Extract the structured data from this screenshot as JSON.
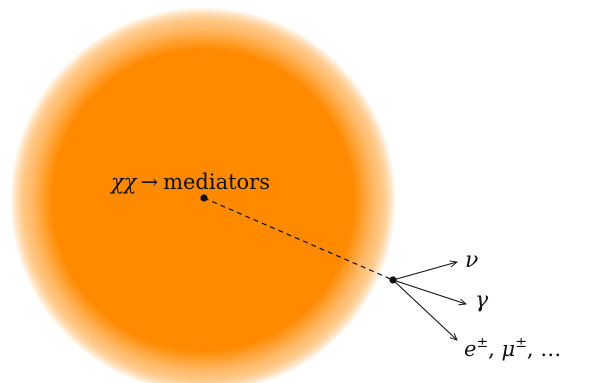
{
  "diagram": {
    "colors": {
      "sphere_core": "#ff8a00",
      "sphere_edge": "#ffffff",
      "line": "#111111"
    },
    "labels": {
      "annihilation": "χχ → mediators",
      "neutrino": "ν",
      "photon": "γ",
      "charged": "e±, μ±, …"
    },
    "annihilation_parts": {
      "chi_pair": "χχ",
      "arrow": "→",
      "mediators": "mediators"
    },
    "charged_parts": {
      "e": "e",
      "pm1": "±",
      "sep1": ", ",
      "mu": "μ",
      "pm2": "±",
      "tail": ", …"
    }
  }
}
